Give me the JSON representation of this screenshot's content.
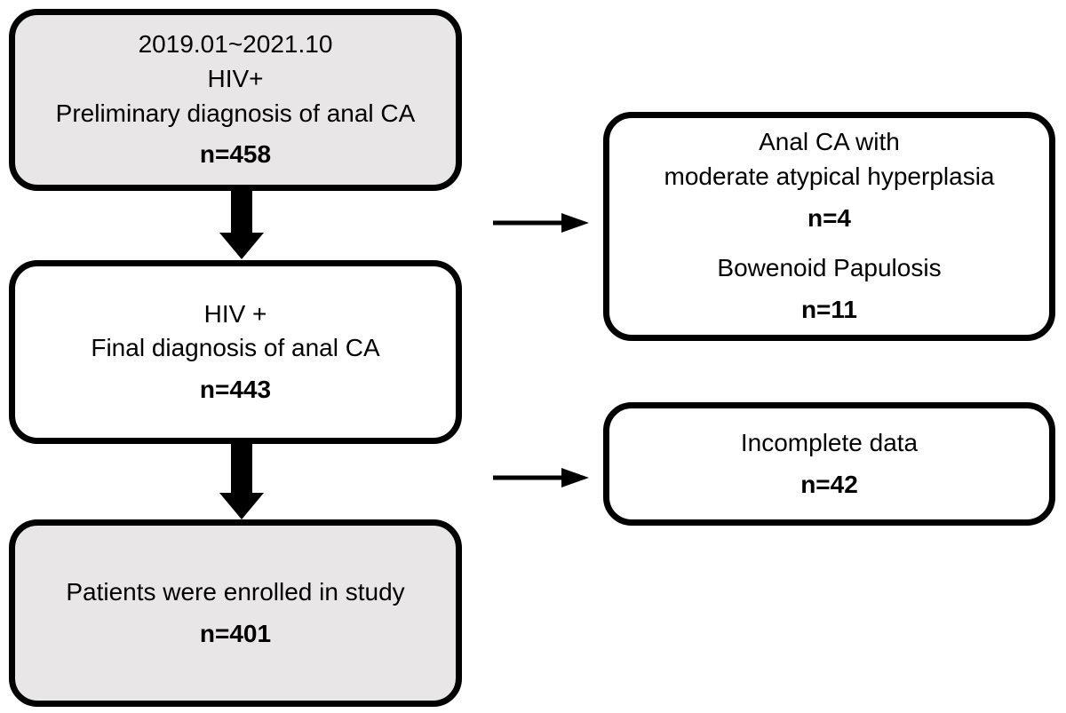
{
  "colors": {
    "background": "#ffffff",
    "box_gray": "#e8e6e6",
    "box_white": "#ffffff",
    "border": "#000000",
    "arrow": "#000000"
  },
  "boxes": {
    "preliminary": {
      "lines": [
        "2019.01~2021.10",
        "HIV+",
        "Preliminary diagnosis of anal CA"
      ],
      "n": "n=458"
    },
    "final": {
      "lines": [
        "HIV +",
        "Final diagnosis of anal CA"
      ],
      "n": "n=443"
    },
    "enrolled": {
      "lines": [
        "Patients were enrolled in study"
      ],
      "n": "n=401"
    },
    "excluded_pathology": {
      "group1": {
        "lines": [
          "Anal CA with",
          "moderate atypical hyperplasia"
        ],
        "n": "n=4"
      },
      "group2": {
        "lines": [
          "Bowenoid Papulosis"
        ],
        "n": "n=11"
      }
    },
    "excluded_incomplete": {
      "lines": [
        "Incomplete data"
      ],
      "n": "n=42"
    }
  }
}
